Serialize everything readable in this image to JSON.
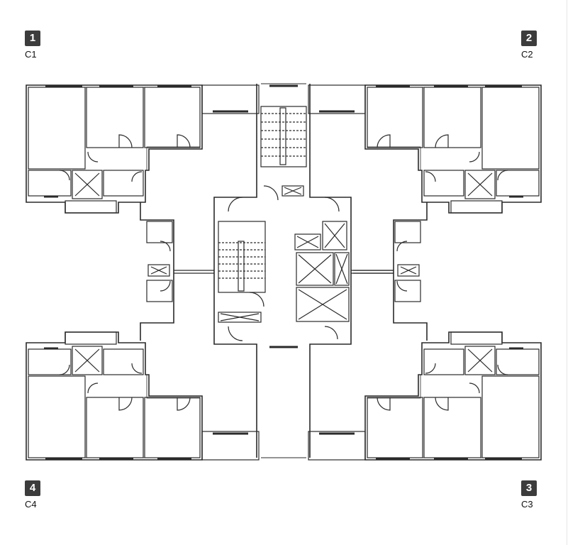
{
  "units": [
    {
      "number": "1",
      "code": "C1"
    },
    {
      "number": "2",
      "code": "C2"
    },
    {
      "number": "3",
      "code": "C3"
    },
    {
      "number": "4",
      "code": "C4"
    }
  ],
  "colors": {
    "wall": "#2a2a2a",
    "badge": "#3c3c3c",
    "background": "#ffffff"
  }
}
